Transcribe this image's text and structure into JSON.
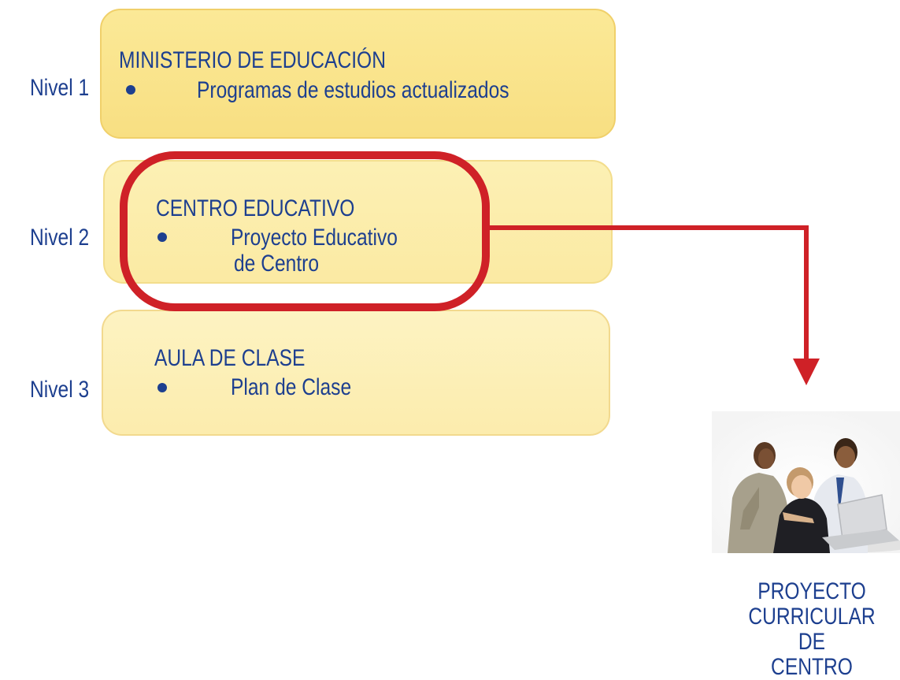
{
  "levels": [
    {
      "label": "Nivel 1",
      "title": "MINISTERIO DE EDUCACIÓN",
      "items": [
        "Programas de estudios actualizados"
      ]
    },
    {
      "label": "Nivel 2",
      "title": "CENTRO EDUCATIVO",
      "items": [
        "Proyecto Educativo",
        "de Centro"
      ]
    },
    {
      "label": "Nivel 3",
      "title": "AULA DE CLASE",
      "items": [
        "Plan de Clase"
      ]
    }
  ],
  "output": {
    "caption_lines": [
      "PROYECTO",
      "CURRICULAR DE",
      "CENTRO"
    ]
  },
  "colors": {
    "text": "#1d3f8f",
    "highlight": "#cf2127",
    "box": "#f8df82"
  },
  "icons": {
    "photo": "people-at-laptop-photo",
    "arrow": "arrow-down-icon"
  }
}
